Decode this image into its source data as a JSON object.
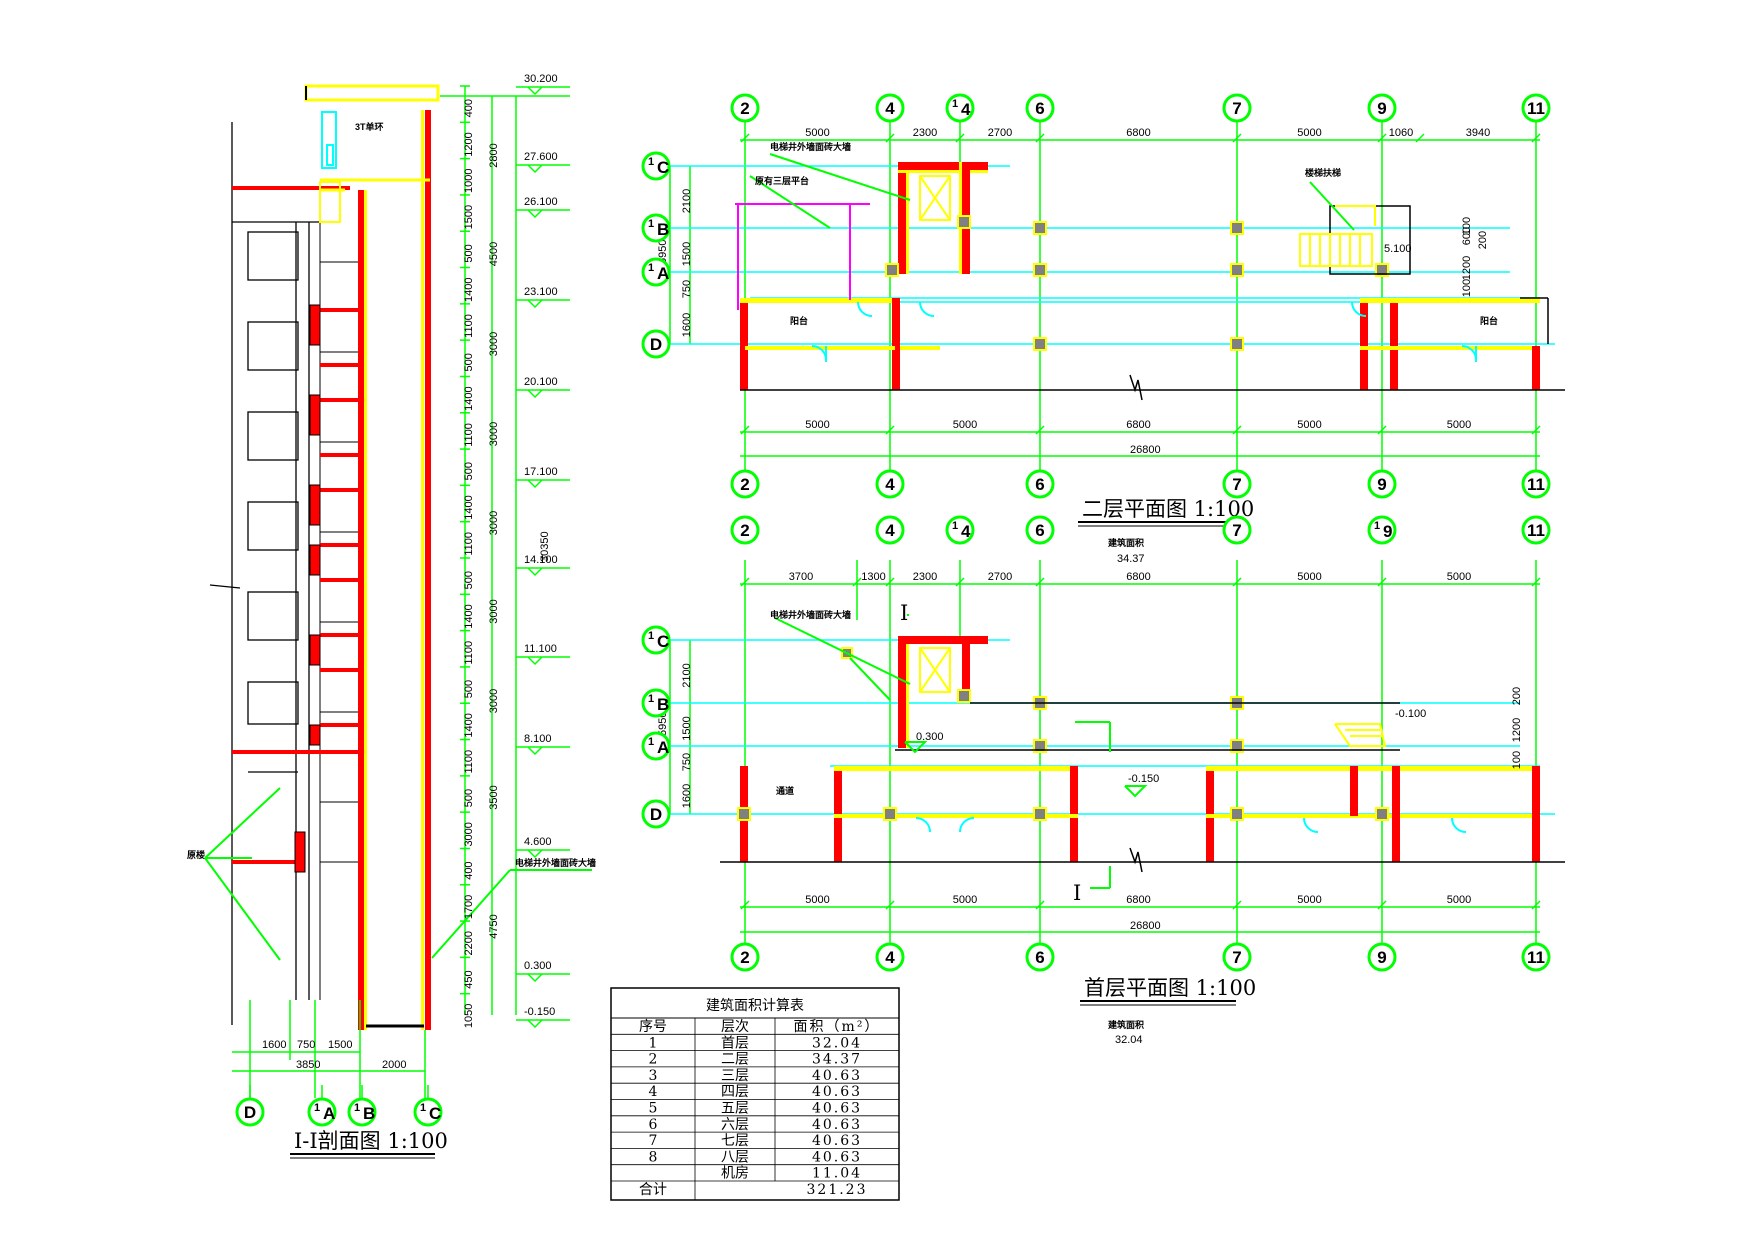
{
  "colors": {
    "grid": "#00ff00",
    "cyan": "#00ffff",
    "wall_red": "#ff0000",
    "wall_yellow": "#ffff00",
    "magenta": "#ff00ff",
    "black": "#000000"
  },
  "section": {
    "title": "I-I剖面图  1:100",
    "axes": [
      "D",
      "1A",
      "1B",
      "1C"
    ],
    "left_note": "原楼",
    "roof_note": "3T单环",
    "wall_note": "电梯井外墙面砖大墙",
    "levels": [
      "30.200",
      "27.600",
      "26.100",
      "23.100",
      "20.100",
      "17.100",
      "14.100",
      "11.100",
      "8.100",
      "4.600",
      "0.300",
      "-0.150"
    ],
    "segments": [
      "400",
      "1200",
      "1000",
      "1500",
      "500",
      "1400",
      "1100",
      "500",
      "1400",
      "1100",
      "500",
      "1400",
      "1100",
      "500",
      "1400",
      "1100",
      "500",
      "1400",
      "1100",
      "500",
      "3000",
      "400",
      "1700",
      "2200",
      "450",
      "1050"
    ],
    "segments2": [
      "2800",
      "4500",
      "3000",
      "3000",
      "3000",
      "3000",
      "3000",
      "3500",
      "4750"
    ],
    "total": "30350",
    "bottom_dims": [
      "1600",
      "750",
      "1500"
    ],
    "bottom_dims2": [
      "3850",
      "2000"
    ]
  },
  "plan2": {
    "title": "二层平面图  1:100",
    "area_label": "建筑面积",
    "area_value": "34.37",
    "axes_top": [
      "2",
      "4",
      "1/4",
      "6",
      "7",
      "9",
      "11"
    ],
    "axes_bottom": [
      "2",
      "4",
      "6",
      "7",
      "9",
      "11"
    ],
    "axes_left": [
      "1C",
      "1B",
      "1A",
      "D"
    ],
    "top_dims": [
      "5000",
      "2300",
      "2700",
      "6800",
      "5000",
      "1060",
      "3940"
    ],
    "left_dims": [
      "2100",
      "1500",
      "750",
      "1600"
    ],
    "left_total": "5950",
    "bottom_dims": [
      "5000",
      "5000",
      "6800",
      "5000",
      "5000"
    ],
    "bottom_total": "26800",
    "right_dims": [
      "100",
      "600",
      "200",
      "1200",
      "100"
    ],
    "notes": [
      "电梯井外墙面砖大墙",
      "原有三层平台",
      "楼梯扶梯"
    ],
    "room_labels": [
      "阳台",
      "阳台"
    ],
    "stair_level": "5.100"
  },
  "plan1": {
    "title": "首层平面图  1:100",
    "area_label": "建筑面积",
    "area_value": "32.04",
    "axes_top": [
      "2",
      "4",
      "1/4",
      "6",
      "7",
      "1/9",
      "11"
    ],
    "axes_bottom": [
      "2",
      "4",
      "6",
      "7",
      "9",
      "11"
    ],
    "axes_left": [
      "1C",
      "1B",
      "1A",
      "D"
    ],
    "top_dims": [
      "3700",
      "1300",
      "2300",
      "2700",
      "6800",
      "5000",
      "5000"
    ],
    "left_dims": [
      "2100",
      "1500",
      "750",
      "1600"
    ],
    "left_total": "5950",
    "bottom_dims": [
      "5000",
      "5000",
      "6800",
      "5000",
      "5000"
    ],
    "bottom_total": "26800",
    "right_dims": [
      "200",
      "1200",
      "100"
    ],
    "notes": [
      "电梯井外墙面砖大墙"
    ],
    "room_labels": [
      "通道"
    ],
    "levels": [
      "0.300",
      "-0.150",
      "-0.100"
    ],
    "section_mark": "I"
  },
  "area_table": {
    "title": "建筑面积计算表",
    "headers": [
      "序号",
      "层次",
      "面积（m²）"
    ],
    "rows": [
      [
        "1",
        "首层",
        "32.04"
      ],
      [
        "2",
        "二层",
        "34.37"
      ],
      [
        "3",
        "三层",
        "40.63"
      ],
      [
        "4",
        "四层",
        "40.63"
      ],
      [
        "5",
        "五层",
        "40.63"
      ],
      [
        "6",
        "六层",
        "40.63"
      ],
      [
        "7",
        "七层",
        "40.63"
      ],
      [
        "8",
        "八层",
        "40.63"
      ],
      [
        "",
        "机房",
        "11.04"
      ]
    ],
    "total_label": "合计",
    "total_value": "321.23"
  }
}
